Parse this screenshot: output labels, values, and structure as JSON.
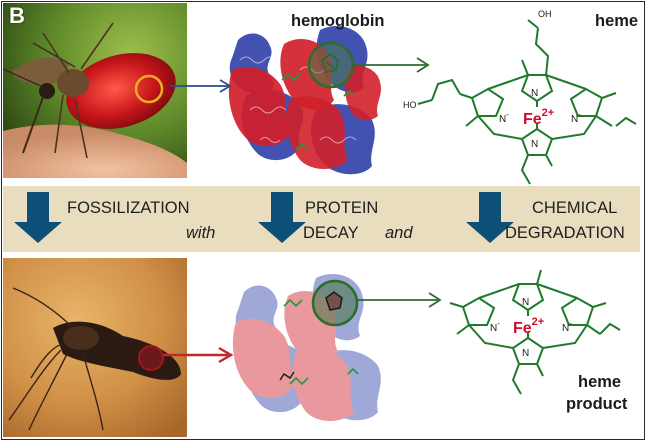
{
  "panel_label": "B",
  "top_row": {
    "protein_label": "hemoglobin",
    "molecule_label": "heme",
    "carboxyl_label_1": "OH",
    "carboxyl_label_2": "HO"
  },
  "process_band": {
    "steps": [
      {
        "line1": "FOSSILIZATION",
        "line2": "with"
      },
      {
        "line1": "PROTEIN",
        "line2": "DECAY",
        "conjunction": "and"
      },
      {
        "line1": "CHEMICAL",
        "line2": "DEGRADATION"
      }
    ]
  },
  "bottom_row": {
    "molecule_label_line1": "heme",
    "molecule_label_line2": "product"
  },
  "heme_chem": {
    "iron": "Fe",
    "charge": "2+",
    "nitrogen": "N",
    "anion": "N",
    "minus": "-"
  },
  "colors": {
    "band": "#e8ddbe",
    "down_arrow": "#0e4f78",
    "molecule_green": "#1f7a2b",
    "iron_red": "#c8102e",
    "top_arrow": "#2b4a8f",
    "heme_arrow": "#2e6b2e",
    "fossil_arrow": "#c0282e",
    "helix_red": "#d0202a",
    "helix_blue": "#2f3fa8"
  }
}
